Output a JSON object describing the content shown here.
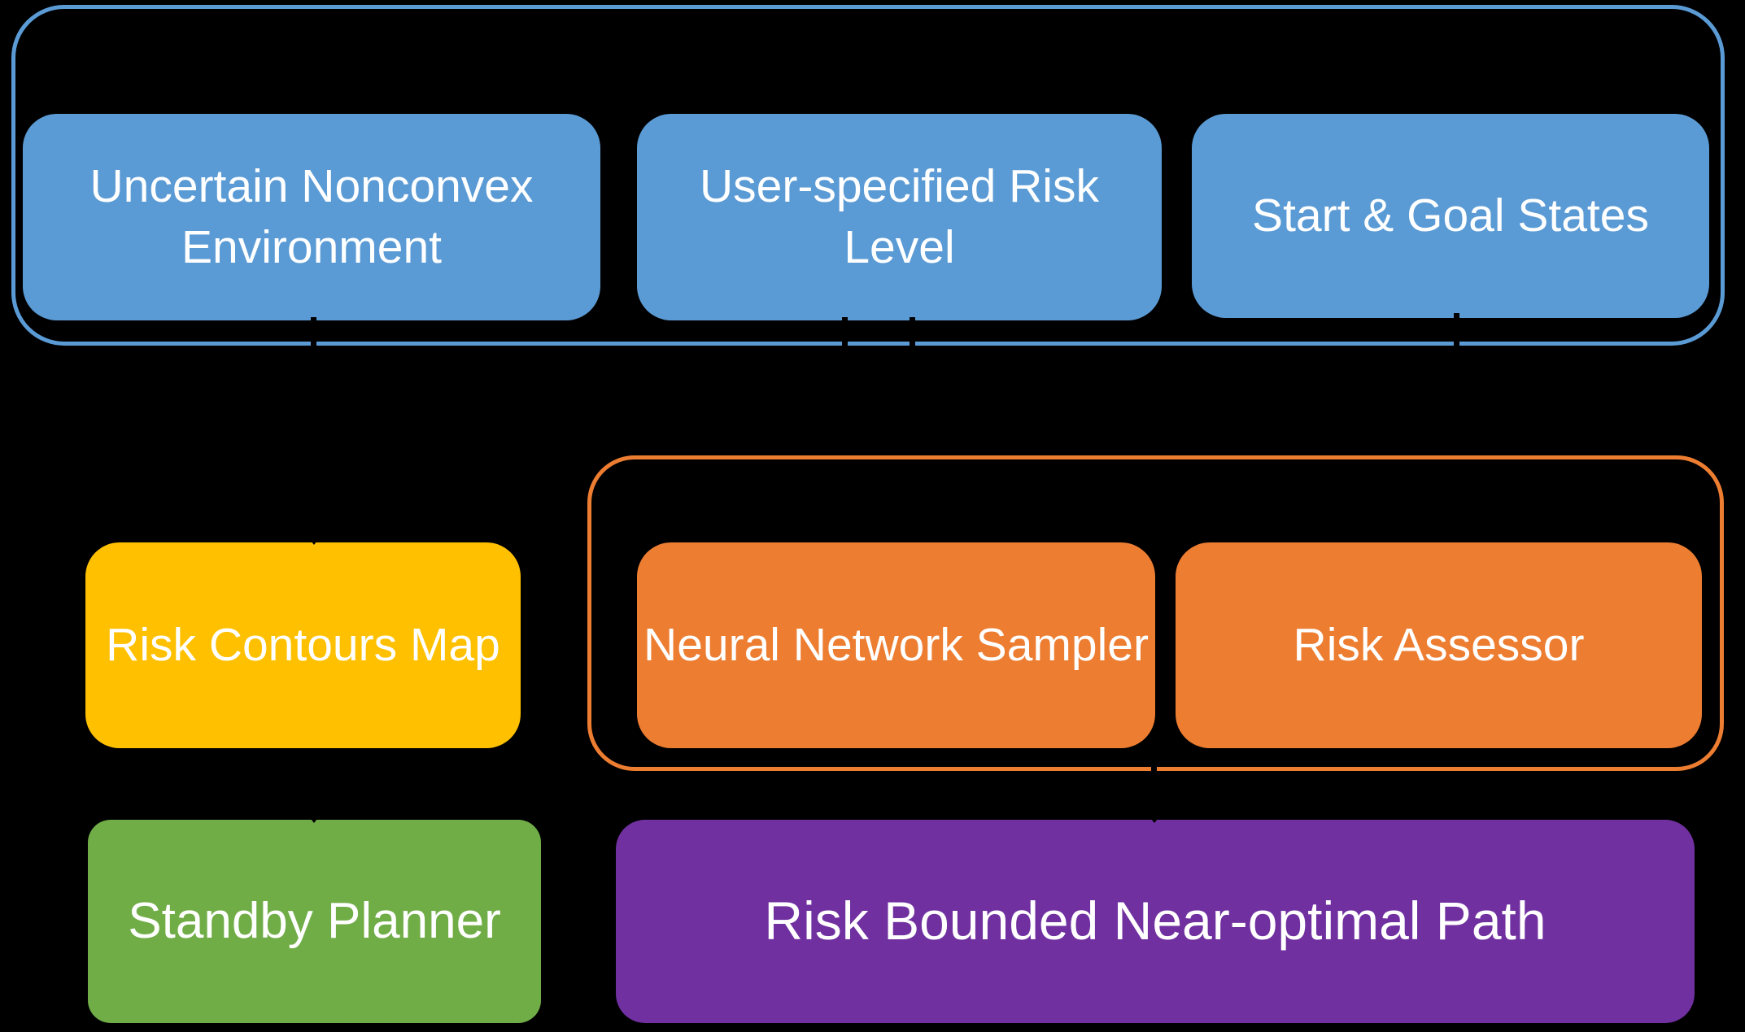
{
  "background": "#000000",
  "colors": {
    "input_fill": "#5B9BD5",
    "input_container_border": "#5B9BD5",
    "sampler_fill": "#ED7D31",
    "sampler_container_border": "#ED7D31",
    "map_fill": "#FFC000",
    "planner_fill": "#70AD47",
    "planner_dash_border": "#70AD47",
    "output_fill": "#7030A0",
    "label_text": "#FFFFFF",
    "connector": "#000000"
  },
  "containers": {
    "inputs": {
      "name": "user-inputs-group"
    },
    "sampler": {
      "name": "neural-sampling-group"
    }
  },
  "boxes": {
    "environment": {
      "label": "Uncertain Nonconvex Environment"
    },
    "risk_level": {
      "label": "User-specified Risk Level"
    },
    "start_goal": {
      "label": "Start & Goal States"
    },
    "risk_contours": {
      "label": "Risk Contours Map"
    },
    "nn_sampler": {
      "label": "Neural Network Sampler"
    },
    "risk_assessor": {
      "label": "Risk Assessor"
    },
    "standby_planner": {
      "label": "Standby Planner"
    },
    "output_path": {
      "label": "Risk Bounded Near-optimal Path"
    }
  },
  "connectors": [
    {
      "from": "environment",
      "to": "risk_contours",
      "style": "arrow-down"
    },
    {
      "from": "risk_level",
      "to": "sampler-group",
      "style": "arrow-down"
    },
    {
      "from": "risk_level",
      "to": "sampler-group",
      "style": "arrow-down"
    },
    {
      "from": "start_goal",
      "to": "sampler-group",
      "style": "arrow-down"
    },
    {
      "from": "sampler-group",
      "to": "output_path",
      "style": "arrow-down"
    },
    {
      "from": "risk_contours",
      "to": "standby_planner",
      "style": "arrow-down"
    }
  ]
}
